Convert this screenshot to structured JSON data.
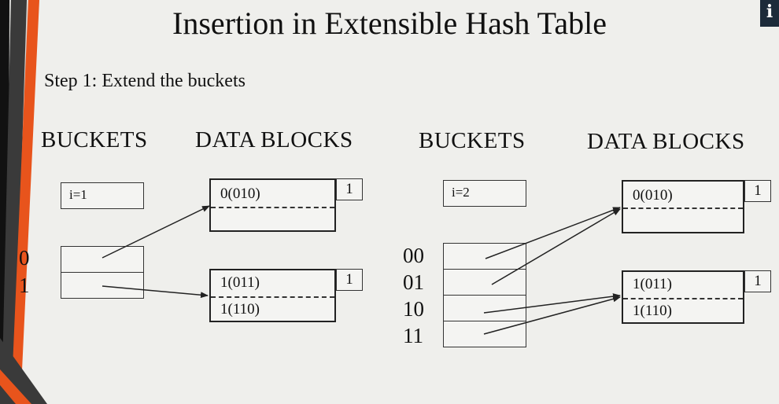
{
  "title": "Insertion in Extensible Hash Table",
  "step": "Step 1: Extend the buckets",
  "info_icon": "i",
  "left": {
    "buckets_header": "BUCKETS",
    "blocks_header": "DATA BLOCKS",
    "global_depth": "i=1",
    "indices": [
      "0",
      "1"
    ],
    "blocks": [
      {
        "records": [
          "0(010)"
        ],
        "local_depth": "1"
      },
      {
        "records": [
          "1(011)",
          "1(110)"
        ],
        "local_depth": "1"
      }
    ]
  },
  "right": {
    "buckets_header": "BUCKETS",
    "blocks_header": "DATA BLOCKS",
    "global_depth": "i=2",
    "indices": [
      "00",
      "01",
      "10",
      "11"
    ],
    "blocks": [
      {
        "records": [
          "0(010)"
        ],
        "local_depth": "1"
      },
      {
        "records": [
          "1(011)",
          "1(110)"
        ],
        "local_depth": "1"
      }
    ]
  },
  "colors": {
    "slide_bg": "#efefec",
    "accent_orange": "#e8541c",
    "accent_dark": "#3a3a3a"
  }
}
